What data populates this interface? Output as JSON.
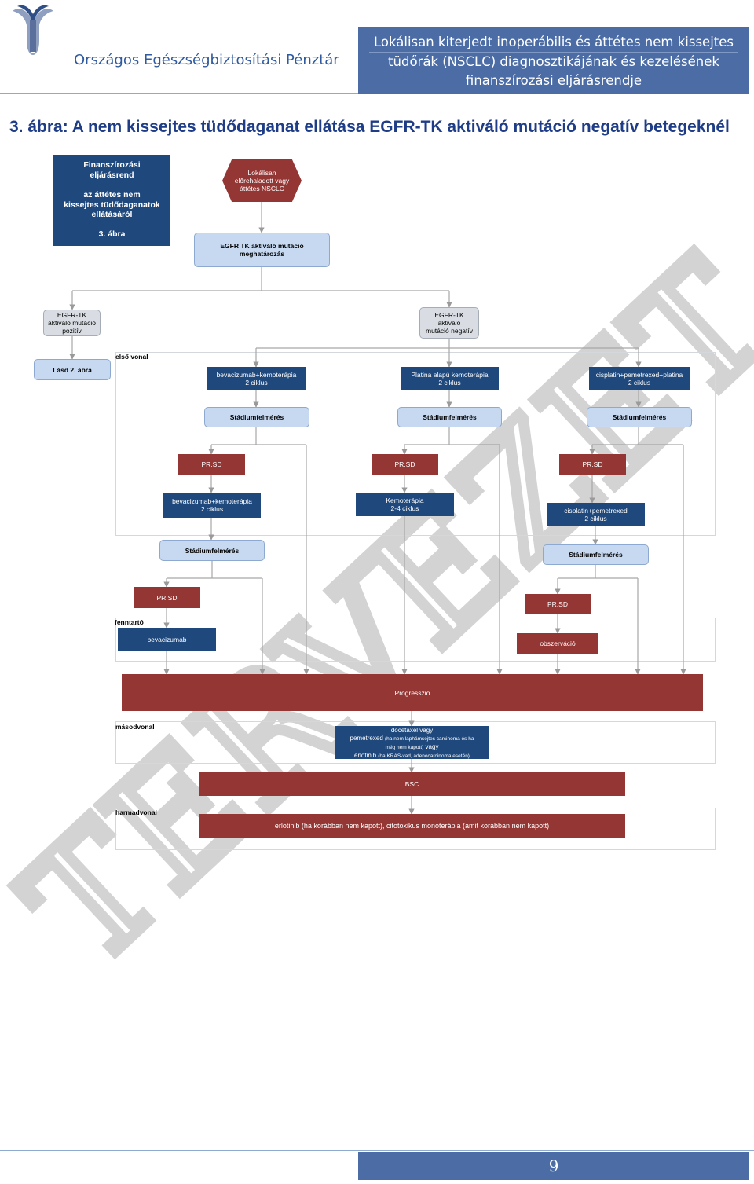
{
  "header": {
    "org_name": "Országos Egészségbiztosítási Pénztár",
    "doc_title_lines": [
      "Lokálisan kiterjedt inoperábilis és áttétes nem kissejtes",
      "tüdőrák (NSCLC) diagnosztikájának és kezelésének",
      "finanszírozási eljárásrendje"
    ]
  },
  "figure_title": "3. ábra: A nem kissejtes tüdődaganat ellátása EGFR-TK aktiváló mutáció negatív betegeknél",
  "info_box": {
    "line1": "Finanszírozási\neljárásrend",
    "line2": "az áttétes nem\nkissejtes tüdődaganatok\nellátásáról",
    "line3": "3. ábra"
  },
  "nodes": {
    "start": "Lokálisan\nelőrehaladott vagy\náttétes NSCLC",
    "egfr_test": "EGFR TK aktiváló mutáció\nmeghatározás",
    "egfr_pos": "EGFR-TK\naktiváló mutáció\npozitív",
    "egfr_neg": "EGFR-TK aktiváló\nmutáció negatív",
    "see_fig2": "Lásd 2. ábra",
    "bev_kemo_1": "bevacizumab+kemoterápia\n2 ciklus",
    "platina_1": "Platina alapú kemoterápia\n2 ciklus",
    "cispl_pem_plat": "cisplatin+pemetrexed+platina\n2 ciklus",
    "staging": "Stádiumfelmérés",
    "prsd": "PR,SD",
    "bev_kemo_2": "bevacizumab+kemoterápia\n2 ciklus",
    "kemo_2_4": "Kemoterápia\n2-4 ciklus",
    "cispl_pem": "cisplatin+pemetrexed\n2 ciklus",
    "bevacizumab": "bevacizumab",
    "observation": "obszerváció",
    "progression": "Progresszió",
    "second_line_1": "docetaxel vagy",
    "second_line_2a": "pemetrexed",
    "second_line_2b": "(ha nem laphámsejtes carcinoma és ha",
    "second_line_3": "még nem kapott)",
    "second_line_3b": "vagy",
    "second_line_4a": "erlotinib",
    "second_line_4b": "(ha KRAS-vad, adenocarcinoma esetén)",
    "bsc": "BSC",
    "third_line": "erlotinib (ha korábban nem kapott), citotoxikus monoterápia (amit korábban nem kapott)"
  },
  "panel_labels": {
    "first": "első vonal",
    "maintenance": "fenntartó",
    "second": "másodvonal",
    "third": "harmadvonal"
  },
  "watermark": "TERVEZET",
  "footer": {
    "page_number": "9"
  },
  "colors": {
    "navy": "#1f497d",
    "dark_red": "#943634",
    "light_blue": "#c6d9f1",
    "header_blue": "#4b6ca5",
    "title_blue": "#1f3d87"
  }
}
